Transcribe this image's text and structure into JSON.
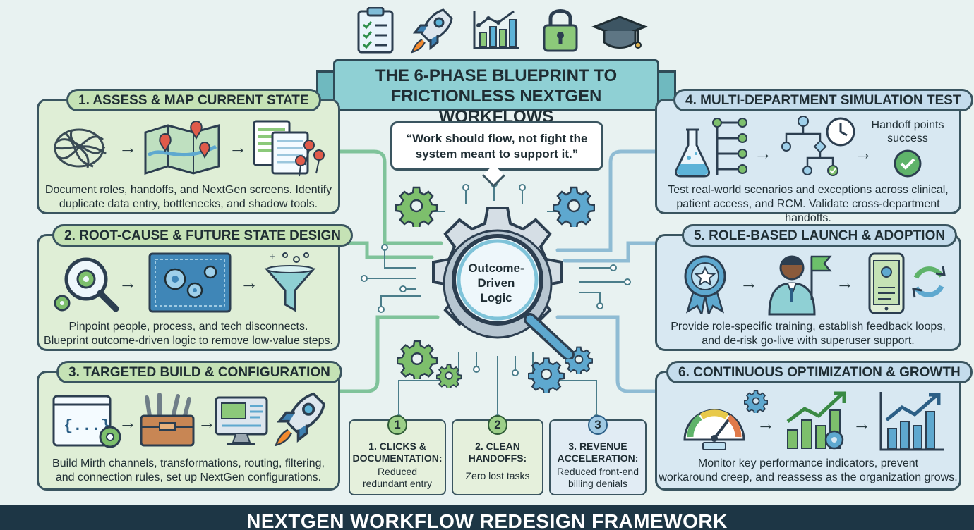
{
  "title": {
    "line1": "THE 6-PHASE BLUEPRINT TO",
    "line2": "FRICTIONLESS NEXTGEN WORKFLOWS"
  },
  "top_icons": [
    "clipboard-checklist-icon",
    "rocket-icon",
    "bar-chart-icon",
    "padlock-icon",
    "graduation-cap-icon"
  ],
  "quote": {
    "line1": "“Work should flow, not fight the",
    "line2": "system meant to support it.”"
  },
  "center": {
    "line1": "Outcome-",
    "line2": "Driven",
    "line3": "Logic"
  },
  "phases": [
    {
      "title": "1. ASSESS & MAP CURRENT STATE",
      "desc1": "Document roles, handoffs, and NextGen screens. Identify",
      "desc2": "duplicate data entry, bottlenecks, and shadow tools."
    },
    {
      "title": "2. ROOT-CAUSE & FUTURE STATE DESIGN",
      "desc1": "Pinpoint people, process, and tech disconnects.",
      "desc2": "Blueprint outcome-driven logic to remove low-value steps."
    },
    {
      "title": "3. TARGETED BUILD & CONFIGURATION",
      "desc1": "Build Mirth channels, transformations, routing, filtering,",
      "desc2": "and connection rules, set up NextGen configurations."
    },
    {
      "title": "4. MULTI-DEPARTMENT SIMULATION TEST",
      "desc1": "Test real-world scenarios and exceptions across clinical,",
      "desc2": "patient access, and RCM. Validate cross-department handoffs.",
      "extra_line1": "Handoff points",
      "extra_line2": "success"
    },
    {
      "title": "5. ROLE-BASED LAUNCH & ADOPTION",
      "desc1": "Provide role-specific training, establish feedback loops,",
      "desc2": "and de-risk go-live with superuser support."
    },
    {
      "title": "6. CONTINUOUS OPTIMIZATION & GROWTH",
      "desc1": "Monitor key performance indicators, prevent",
      "desc2": "workaround creep, and reassess as the organization grows."
    }
  ],
  "outcomes": [
    {
      "num": "1",
      "title1": "1. CLICKS &",
      "title2": "DOCUMENTATION:",
      "desc1": "Reduced",
      "desc2": "redundant entry"
    },
    {
      "num": "2",
      "title1": "2. CLEAN",
      "title2": "HANDOFFS:",
      "desc1": "Zero lost tasks",
      "desc2": ""
    },
    {
      "num": "3",
      "title1": "3. REVENUE",
      "title2": "ACCELERATION:",
      "desc1": "Reduced front-end",
      "desc2": "billing denials"
    }
  ],
  "footer": "NEXTGEN WORKFLOW REDESIGN FRAMEWORK",
  "colors": {
    "background": "#e8f2f1",
    "green_panel": "#dfeed6",
    "blue_panel": "#d8e8f2",
    "banner": "#8fd0d4",
    "footer": "#1d3645",
    "outline": "#3a5560"
  }
}
